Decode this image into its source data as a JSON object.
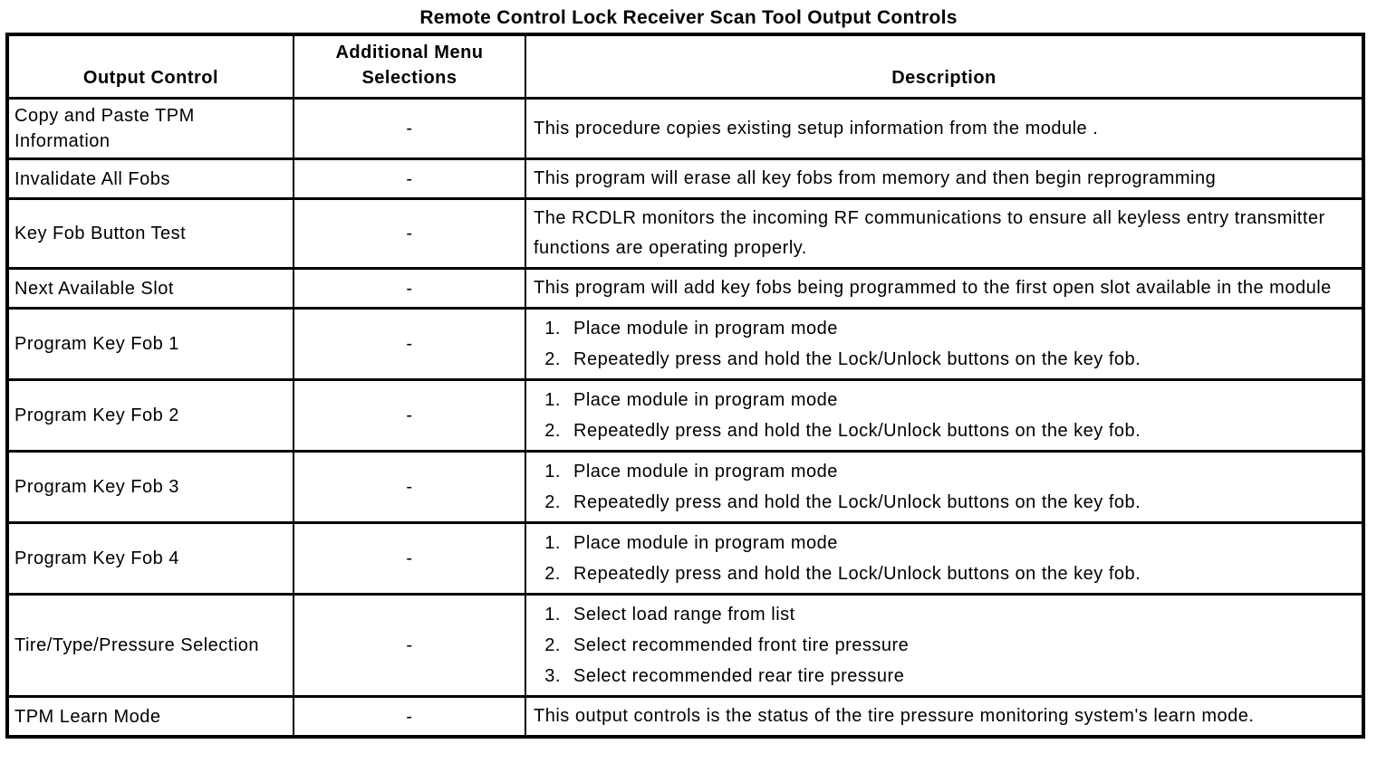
{
  "title": "Remote Control Lock Receiver Scan Tool Output Controls",
  "table": {
    "headers": [
      "Output Control",
      "Additional Menu Selections",
      "Description"
    ],
    "rows": [
      {
        "output_control": "Copy and Paste TPM Information",
        "menu_selection": "-",
        "description": "This procedure copies existing setup information from the module ."
      },
      {
        "output_control": "Invalidate All Fobs",
        "menu_selection": "-",
        "description": "This program will erase all key fobs from memory and then begin reprogramming"
      },
      {
        "output_control": "Key Fob Button Test",
        "menu_selection": "-",
        "description": "The RCDLR monitors the incoming RF communications to ensure all keyless entry transmitter functions are operating properly."
      },
      {
        "output_control": "Next Available Slot",
        "menu_selection": "-",
        "description": "This program will add key fobs being programmed to the first open slot available in the module"
      },
      {
        "output_control": "Program Key Fob 1",
        "menu_selection": "-",
        "steps": [
          "Place module in program mode",
          "Repeatedly press and hold the Lock/Unlock buttons on the key fob."
        ]
      },
      {
        "output_control": "Program Key Fob 2",
        "menu_selection": "-",
        "steps": [
          "Place module in program mode",
          "Repeatedly press and hold the Lock/Unlock buttons on the key fob."
        ]
      },
      {
        "output_control": "Program Key Fob 3",
        "menu_selection": "-",
        "steps": [
          "Place module in program mode",
          "Repeatedly press and hold the Lock/Unlock buttons on the key fob."
        ]
      },
      {
        "output_control": "Program Key Fob 4",
        "menu_selection": "-",
        "steps": [
          "Place module in program mode",
          "Repeatedly press and hold the Lock/Unlock buttons on the key fob."
        ]
      },
      {
        "output_control": "Tire/Type/Pressure Selection",
        "menu_selection": "-",
        "steps": [
          "Select load range from list",
          "Select recommended front tire pressure",
          "Select recommended rear tire pressure"
        ]
      },
      {
        "output_control": "TPM Learn Mode",
        "menu_selection": "-",
        "description": "This output controls is the status of the tire pressure monitoring system's learn mode."
      }
    ]
  }
}
